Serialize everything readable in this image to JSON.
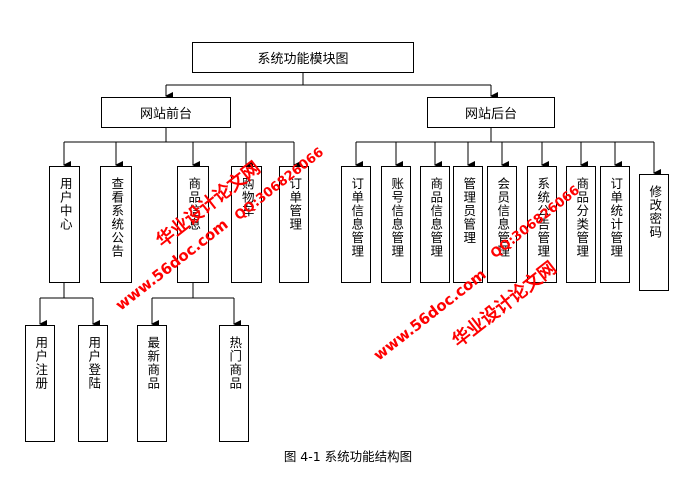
{
  "root": {
    "label": "系统功能模块图"
  },
  "groups": [
    {
      "label": "网站前台",
      "items": [
        {
          "label": "用户中心",
          "children": [
            "用户注册",
            "用户登陆"
          ]
        },
        {
          "label": "查看系统公告"
        },
        {
          "label": "商品信息",
          "children": [
            "最新商品",
            "热门商品"
          ]
        },
        {
          "label": "购物车"
        },
        {
          "label": "订单管理"
        }
      ]
    },
    {
      "label": "网站后台",
      "items": [
        {
          "label": "订单信息管理"
        },
        {
          "label": "账号信息管理"
        },
        {
          "label": "商品信息管理"
        },
        {
          "label": "管理员管理"
        },
        {
          "label": "会员信息管理"
        },
        {
          "label": "系统公告管理"
        },
        {
          "label": "商品分类管理"
        },
        {
          "label": "订单统计管理"
        },
        {
          "label": "修改密码"
        }
      ]
    }
  ],
  "caption": "图 4-1 系统功能结构图",
  "watermarks": [
    "华业设计论文网",
    "QQ:306826066",
    "www.56doc.com"
  ],
  "colors": {
    "line": "#000000",
    "watermark": "#ff0000"
  }
}
